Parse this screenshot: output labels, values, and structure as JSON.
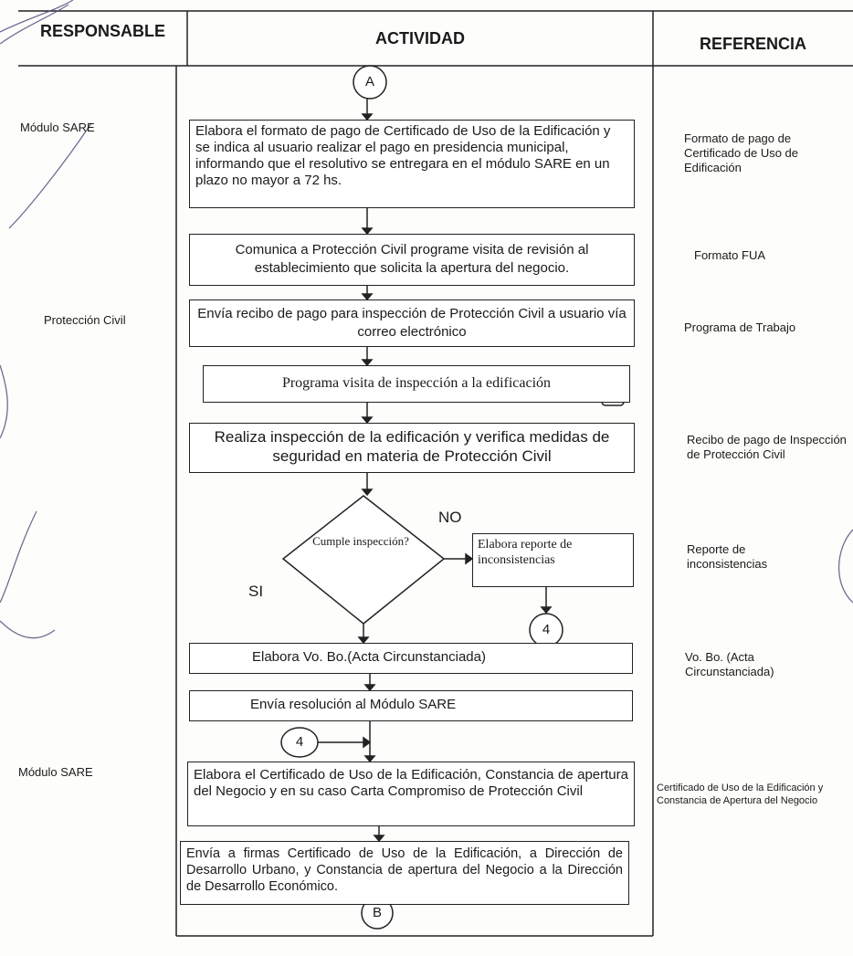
{
  "headers": {
    "responsable": "RESPONSABLE",
    "actividad": "ACTIVIDAD",
    "referencia": "REFERENCIA"
  },
  "responsables": [
    "Módulo SARE",
    "Protección Civil",
    "Módulo SARE"
  ],
  "connectors": {
    "start": "A",
    "mid_out": "4",
    "mid_in": "4",
    "end": "B"
  },
  "steps": [
    "Elabora el formato de pago de Certificado de Uso de la Edificación y se indica al usuario realizar el pago en presidencia municipal, informando que el resolutivo se entregara en el módulo SARE en un plazo no mayor a 72 hs.",
    "Comunica a Protección Civil programe visita de revisión al establecimiento que solicita la apertura del negocio.",
    "Envía recibo de pago para inspección de Protección Civil a usuario vía correo electrónico",
    "Programa visita de inspección a la edificación",
    "Realiza inspección de la edificación y verifica medidas de seguridad en materia de Protección Civil",
    "Elabora Vo. Bo.(Acta Circunstanciada)",
    "Envía resolución al Módulo SARE",
    "Elabora el Certificado de Uso de la Edificación, Constancia de apertura del Negocio y en su caso Carta Compromiso de Protección Civil",
    "Envía a firmas Certificado de Uso de la Edificación, a Dirección de Desarrollo Urbano, y Constancia de apertura del Negocio a la Dirección de Desarrollo Económico."
  ],
  "decision": {
    "question": "Cumple inspección?",
    "no_label": "NO",
    "si_label": "SI",
    "no_action": "Elabora reporte de inconsistencias"
  },
  "referencias": [
    "Formato de pago de Certificado de Uso de Edificación",
    "Formato FUA",
    "Programa de Trabajo",
    "Recibo de pago de Inspección de Protección Civil",
    "Reporte de inconsistencias",
    "Vo. Bo. (Acta Circunstanciada)",
    "Certificado de Uso de la Edificación y Constancia de Apertura del Negocio"
  ]
}
